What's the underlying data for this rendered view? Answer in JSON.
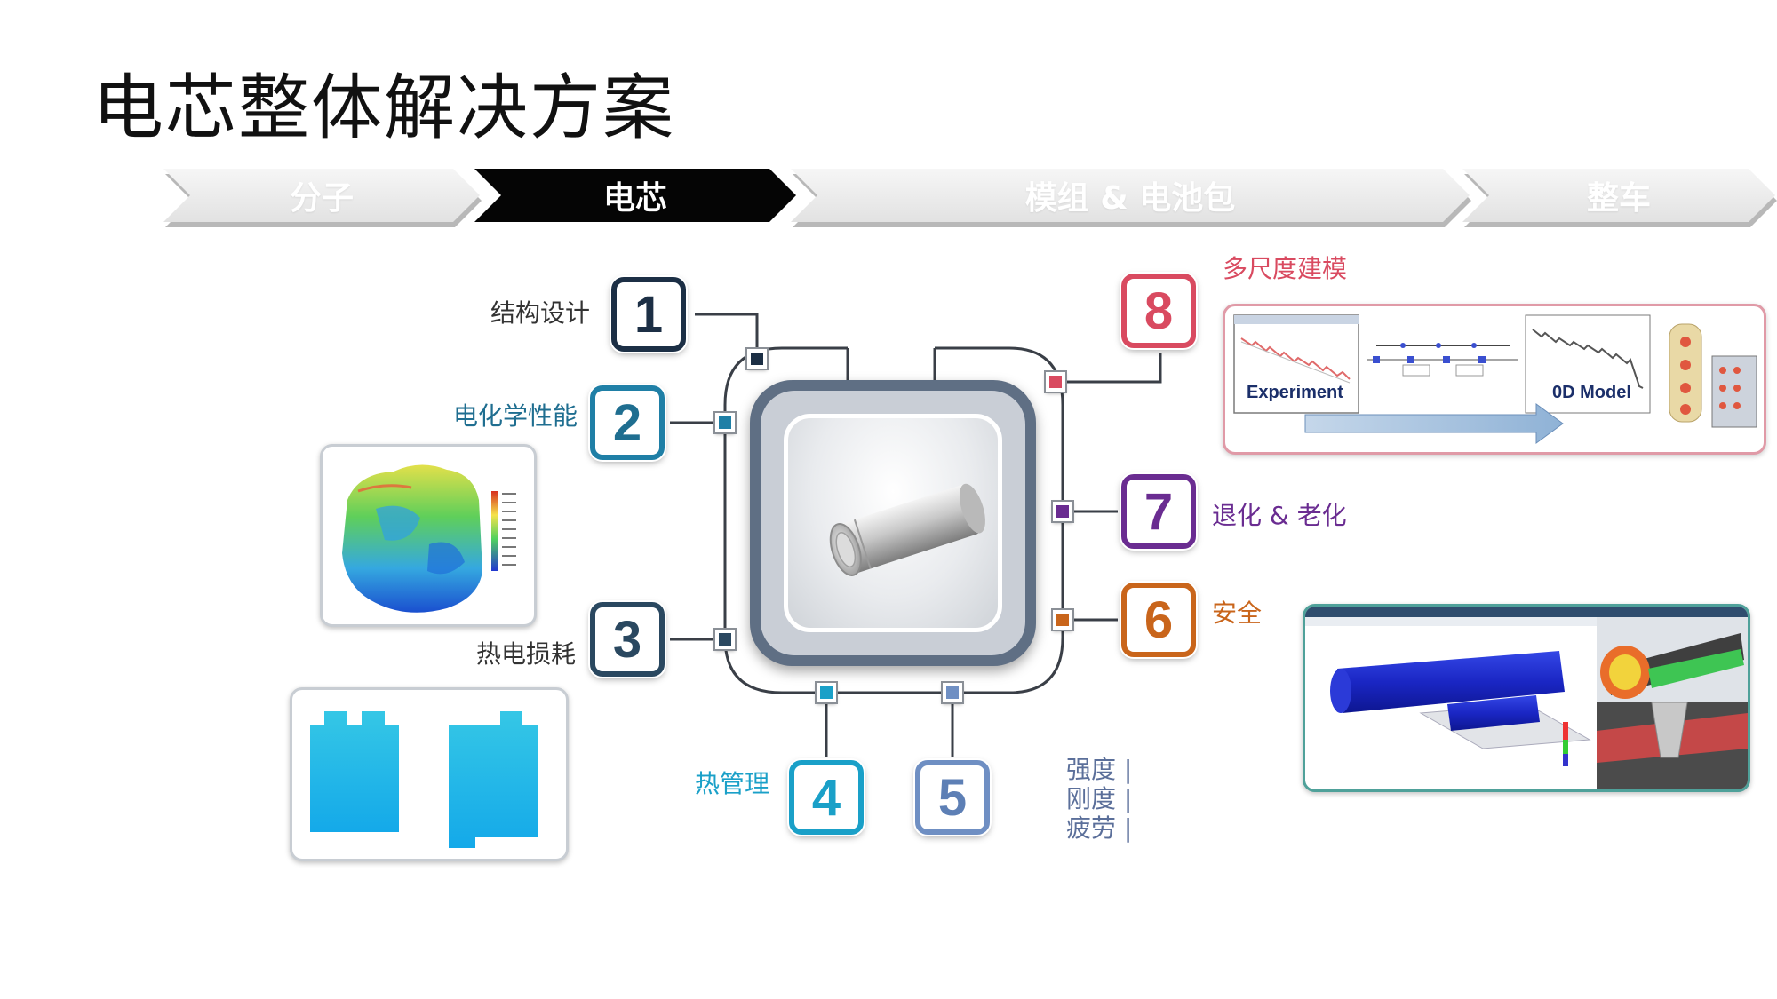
{
  "title": "电芯整体解决方案",
  "process_steps": [
    {
      "label": "分子",
      "active": false
    },
    {
      "label": "电芯",
      "active": true
    },
    {
      "label": "模组 & 电池包",
      "active": false
    },
    {
      "label": "整车",
      "active": false
    }
  ],
  "modules": [
    {
      "number": "1",
      "label": "结构设计",
      "color": "#1c2f45"
    },
    {
      "number": "2",
      "label": "电化学性能",
      "color": "#1f6e90"
    },
    {
      "number": "3",
      "label": "热电损耗",
      "color": "#2a4860"
    },
    {
      "number": "4",
      "label": "热管理",
      "color": "#1aa0c8"
    },
    {
      "number": "5",
      "label": "",
      "color": "#5d7fb5"
    },
    {
      "number": "6",
      "label": "安全",
      "color": "#c9651b"
    },
    {
      "number": "7",
      "label": "退化 & 老化",
      "color": "#6a2c91"
    },
    {
      "number": "8",
      "label": "多尺度建模",
      "color": "#d94a60"
    }
  ],
  "strength_labels": [
    "强度 |",
    "刚度 |",
    "疲劳 |"
  ],
  "model_image": {
    "experiment_label": "Experiment",
    "model_label": "0D Model"
  },
  "colors": {
    "connector_line": "#3a3f47"
  }
}
